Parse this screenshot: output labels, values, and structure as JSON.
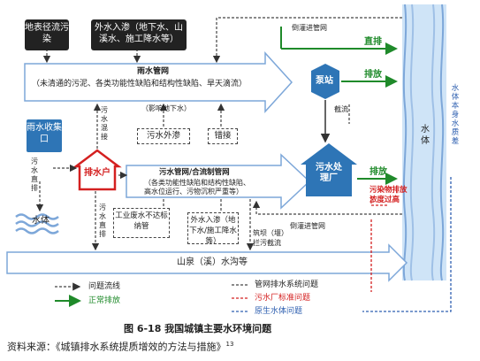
{
  "boxes": {
    "surface_runoff": "地表径流污染",
    "infiltration": "外水入渗（地下水、山溪水、施工降水等）",
    "rain_inlet": "雨水收集口",
    "sewage_exfiltration": "污水外渗",
    "misconnection": "错接",
    "industrial": "工业废水不达标纳管",
    "infiltration2": "外水入渗（地下水/施工降水等）"
  },
  "pipes": {
    "rain_title": "雨水管网",
    "rain_desc": "（未清通的污泥、各类功能性缺陷和结构性缺陷、旱天滴流）",
    "rain_note": "（影响地下水）",
    "sewer_title": "污水管网/合流制管网",
    "sewer_desc1": "（各类功能性缺陷和结构性缺陷、",
    "sewer_desc2": "高水位运行、污物沉积严重等）",
    "stream": "山泉（溪）水沟等"
  },
  "nodes": {
    "pump": "泵站",
    "drainer": "排水户",
    "wwtp": "污水处理厂",
    "water_body": "水体"
  },
  "labels": {
    "illegal_connection": "倒灌进管网",
    "illegal_connection2": "倒灌进管网",
    "direct": "直排",
    "discharge1": "排放",
    "discharge2": "排放",
    "intercept": "截流",
    "sewage_mix": "污水混接",
    "sewage_direct": "污水直排",
    "sewage_direct2": "污水直排",
    "pollutant_exceed": "污染物排放浓度过高",
    "dam": "筑坝（堰）拦污截流",
    "water_quality": "水体本身水质差"
  },
  "legend": {
    "problem_flow": "问题流线",
    "normal_discharge": "正常排放",
    "pipe_problem": "管网排水系统问题",
    "plant_problem": "污水厂标准问题",
    "raw_water_problem": "原生水体问题"
  },
  "caption": {
    "title": "图 6-18 我国城镇主要水环境问题",
    "source": "资料来源：《城镇排水系统提质增效的方法与措施》",
    "ref": "13"
  },
  "colors": {
    "arrow_fill": "#ffffff",
    "arrow_stroke": "#7da7d9",
    "dark_box": "#222222",
    "blue_node": "#2e75b6",
    "green": "#1f8a2a",
    "red": "#d42020",
    "blue_line": "#2e5fb0",
    "river": "#cfe4f7"
  }
}
